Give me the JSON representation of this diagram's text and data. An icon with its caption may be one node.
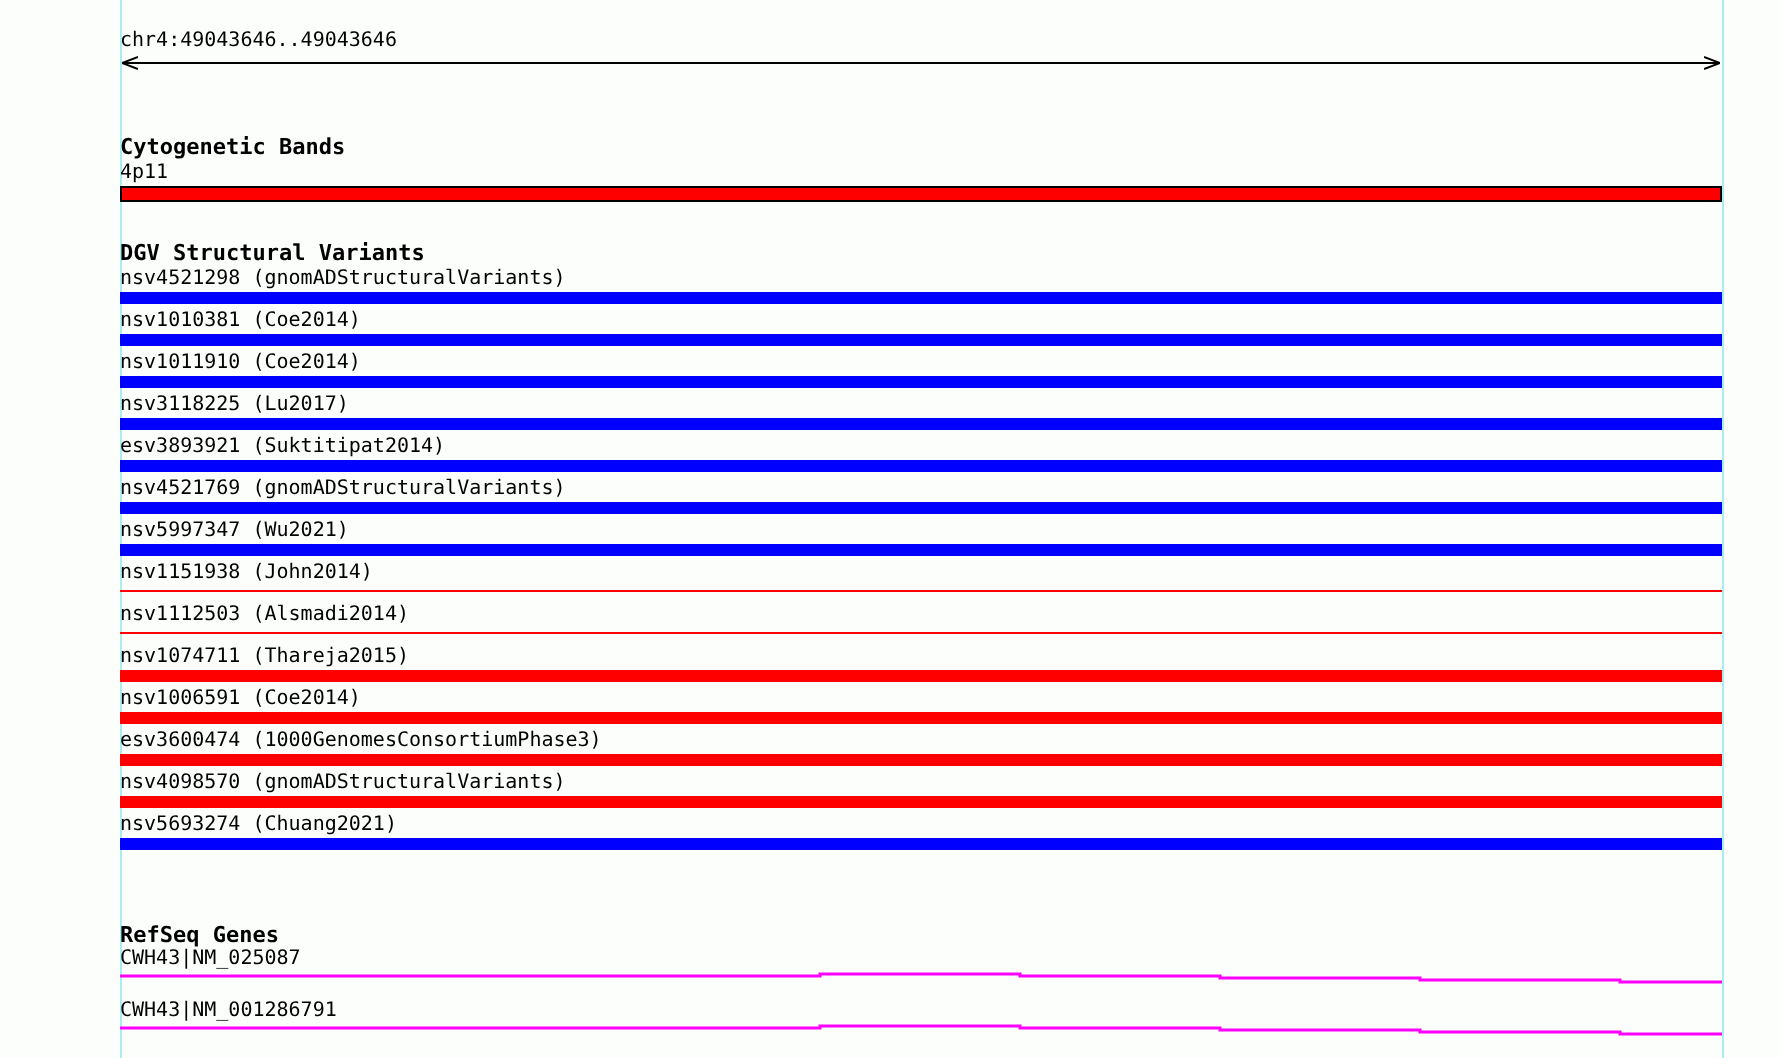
{
  "diagram": {
    "nodes": [
      {
        "text": [],
        "shape": "bar",
        "beside": [
          "4p11"
        ]
      },
      {
        "text": [],
        "shape": "bar",
        "beside": [
          "nsv4521298 (gnomADStructuralVariants)"
        ]
      },
      {
        "text": [],
        "shape": "bar",
        "beside": [
          "nsv1010381 (Coe2014)"
        ]
      },
      {
        "text": [],
        "shape": "bar",
        "beside": [
          "nsv1011910 (Coe2014)"
        ]
      },
      {
        "text": [],
        "shape": "bar",
        "beside": [
          "nsv3118225 (Lu2017)"
        ]
      },
      {
        "text": [],
        "shape": "bar",
        "beside": [
          "esv3893921 (Suktitipat2014)"
        ]
      },
      {
        "text": [],
        "shape": "bar",
        "beside": [
          "nsv4521769 (gnomADStructuralVariants)"
        ]
      },
      {
        "text": [],
        "shape": "bar",
        "beside": [
          "nsv5997347 (Wu2021)"
        ]
      },
      {
        "text": [],
        "shape": "bar",
        "beside": [
          "nsv1151938 (John2014)"
        ]
      },
      {
        "text": [],
        "shape": "bar",
        "beside": [
          "nsv1112503 (Alsmadi2014)"
        ]
      },
      {
        "text": [],
        "shape": "bar",
        "beside": [
          "nsv1074711 (Thareja2015)"
        ]
      },
      {
        "text": [],
        "shape": "bar",
        "beside": [
          "nsv1006591 (Coe2014)"
        ]
      },
      {
        "text": [],
        "shape": "bar",
        "beside": [
          "esv3600474 (1000GenomesConsortiumPhase3)"
        ]
      },
      {
        "text": [],
        "shape": "bar",
        "beside": [
          "nsv4098570 (gnomADStructuralVariants)"
        ]
      },
      {
        "text": [],
        "shape": "bar",
        "beside": [
          "nsv5693274 (Chuang2021)"
        ]
      },
      {
        "text": [],
        "shape": "line",
        "beside": [
          "CWH43|NM_025087"
        ]
      },
      {
        "text": [],
        "shape": "line",
        "beside": [
          "CWH43|NM_001286791"
        ]
      }
    ],
    "labels": [
      "chr4:49043646..49043646",
      "Cytogenetic Bands",
      "DGV Structural Variants",
      "RefSeq Genes"
    ]
  }
}
